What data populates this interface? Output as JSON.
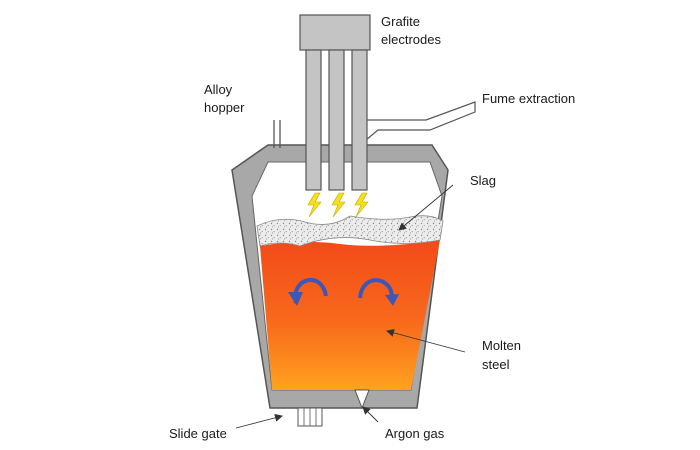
{
  "labels": {
    "electrodes_line1": "Grafite",
    "electrodes_line2": "electrodes",
    "alloy_line1": "Alloy",
    "alloy_line2": "hopper",
    "fume": "Fume extraction",
    "slag": "Slag",
    "molten_line1": "Molten",
    "molten_line2": "steel",
    "slide_gate": "Slide gate",
    "argon": "Argon gas"
  },
  "colors": {
    "vessel_wall": "#a8a8a8",
    "vessel_outline": "#555555",
    "molten_top": "#f24a1a",
    "molten_bottom": "#ffa21e",
    "slag": "#e6e6e6",
    "electrode": "#c4c4c4",
    "spark": "#f5e020",
    "flow_arrow": "#3b58b8"
  }
}
